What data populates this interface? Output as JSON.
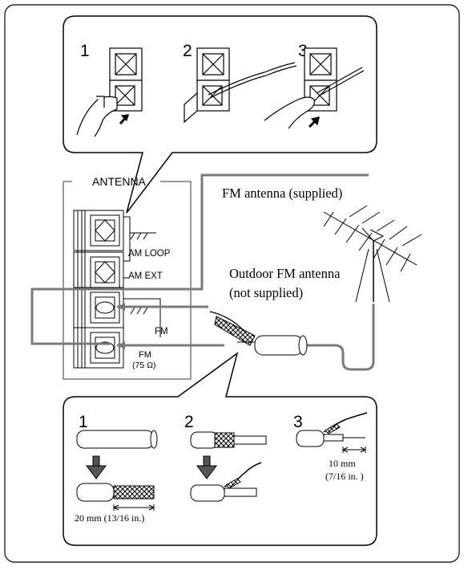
{
  "top_steps": [
    "1",
    "2",
    "3"
  ],
  "terminal_panel": {
    "title": "ANTENNA",
    "am_loop": "AM LOOP",
    "am_ext": "AM EXT",
    "fm": "FM",
    "fm_75_label": "FM",
    "fm_75_ohm": "(75 Ω)"
  },
  "labels": {
    "fm_supplied": "FM antenna (supplied)",
    "outdoor_line1": "Outdoor FM antenna",
    "outdoor_line2": "(not supplied)"
  },
  "bottom_steps": [
    "1",
    "2",
    "3"
  ],
  "measurements": {
    "strip_20": "20 mm (13/16 in.)",
    "strip_10_line1": "10 mm",
    "strip_10_line2": "(7/16 in. )"
  },
  "colors": {
    "line": "#000000",
    "cable_gray": "#7a7a7a",
    "panel_border": "#333333"
  }
}
